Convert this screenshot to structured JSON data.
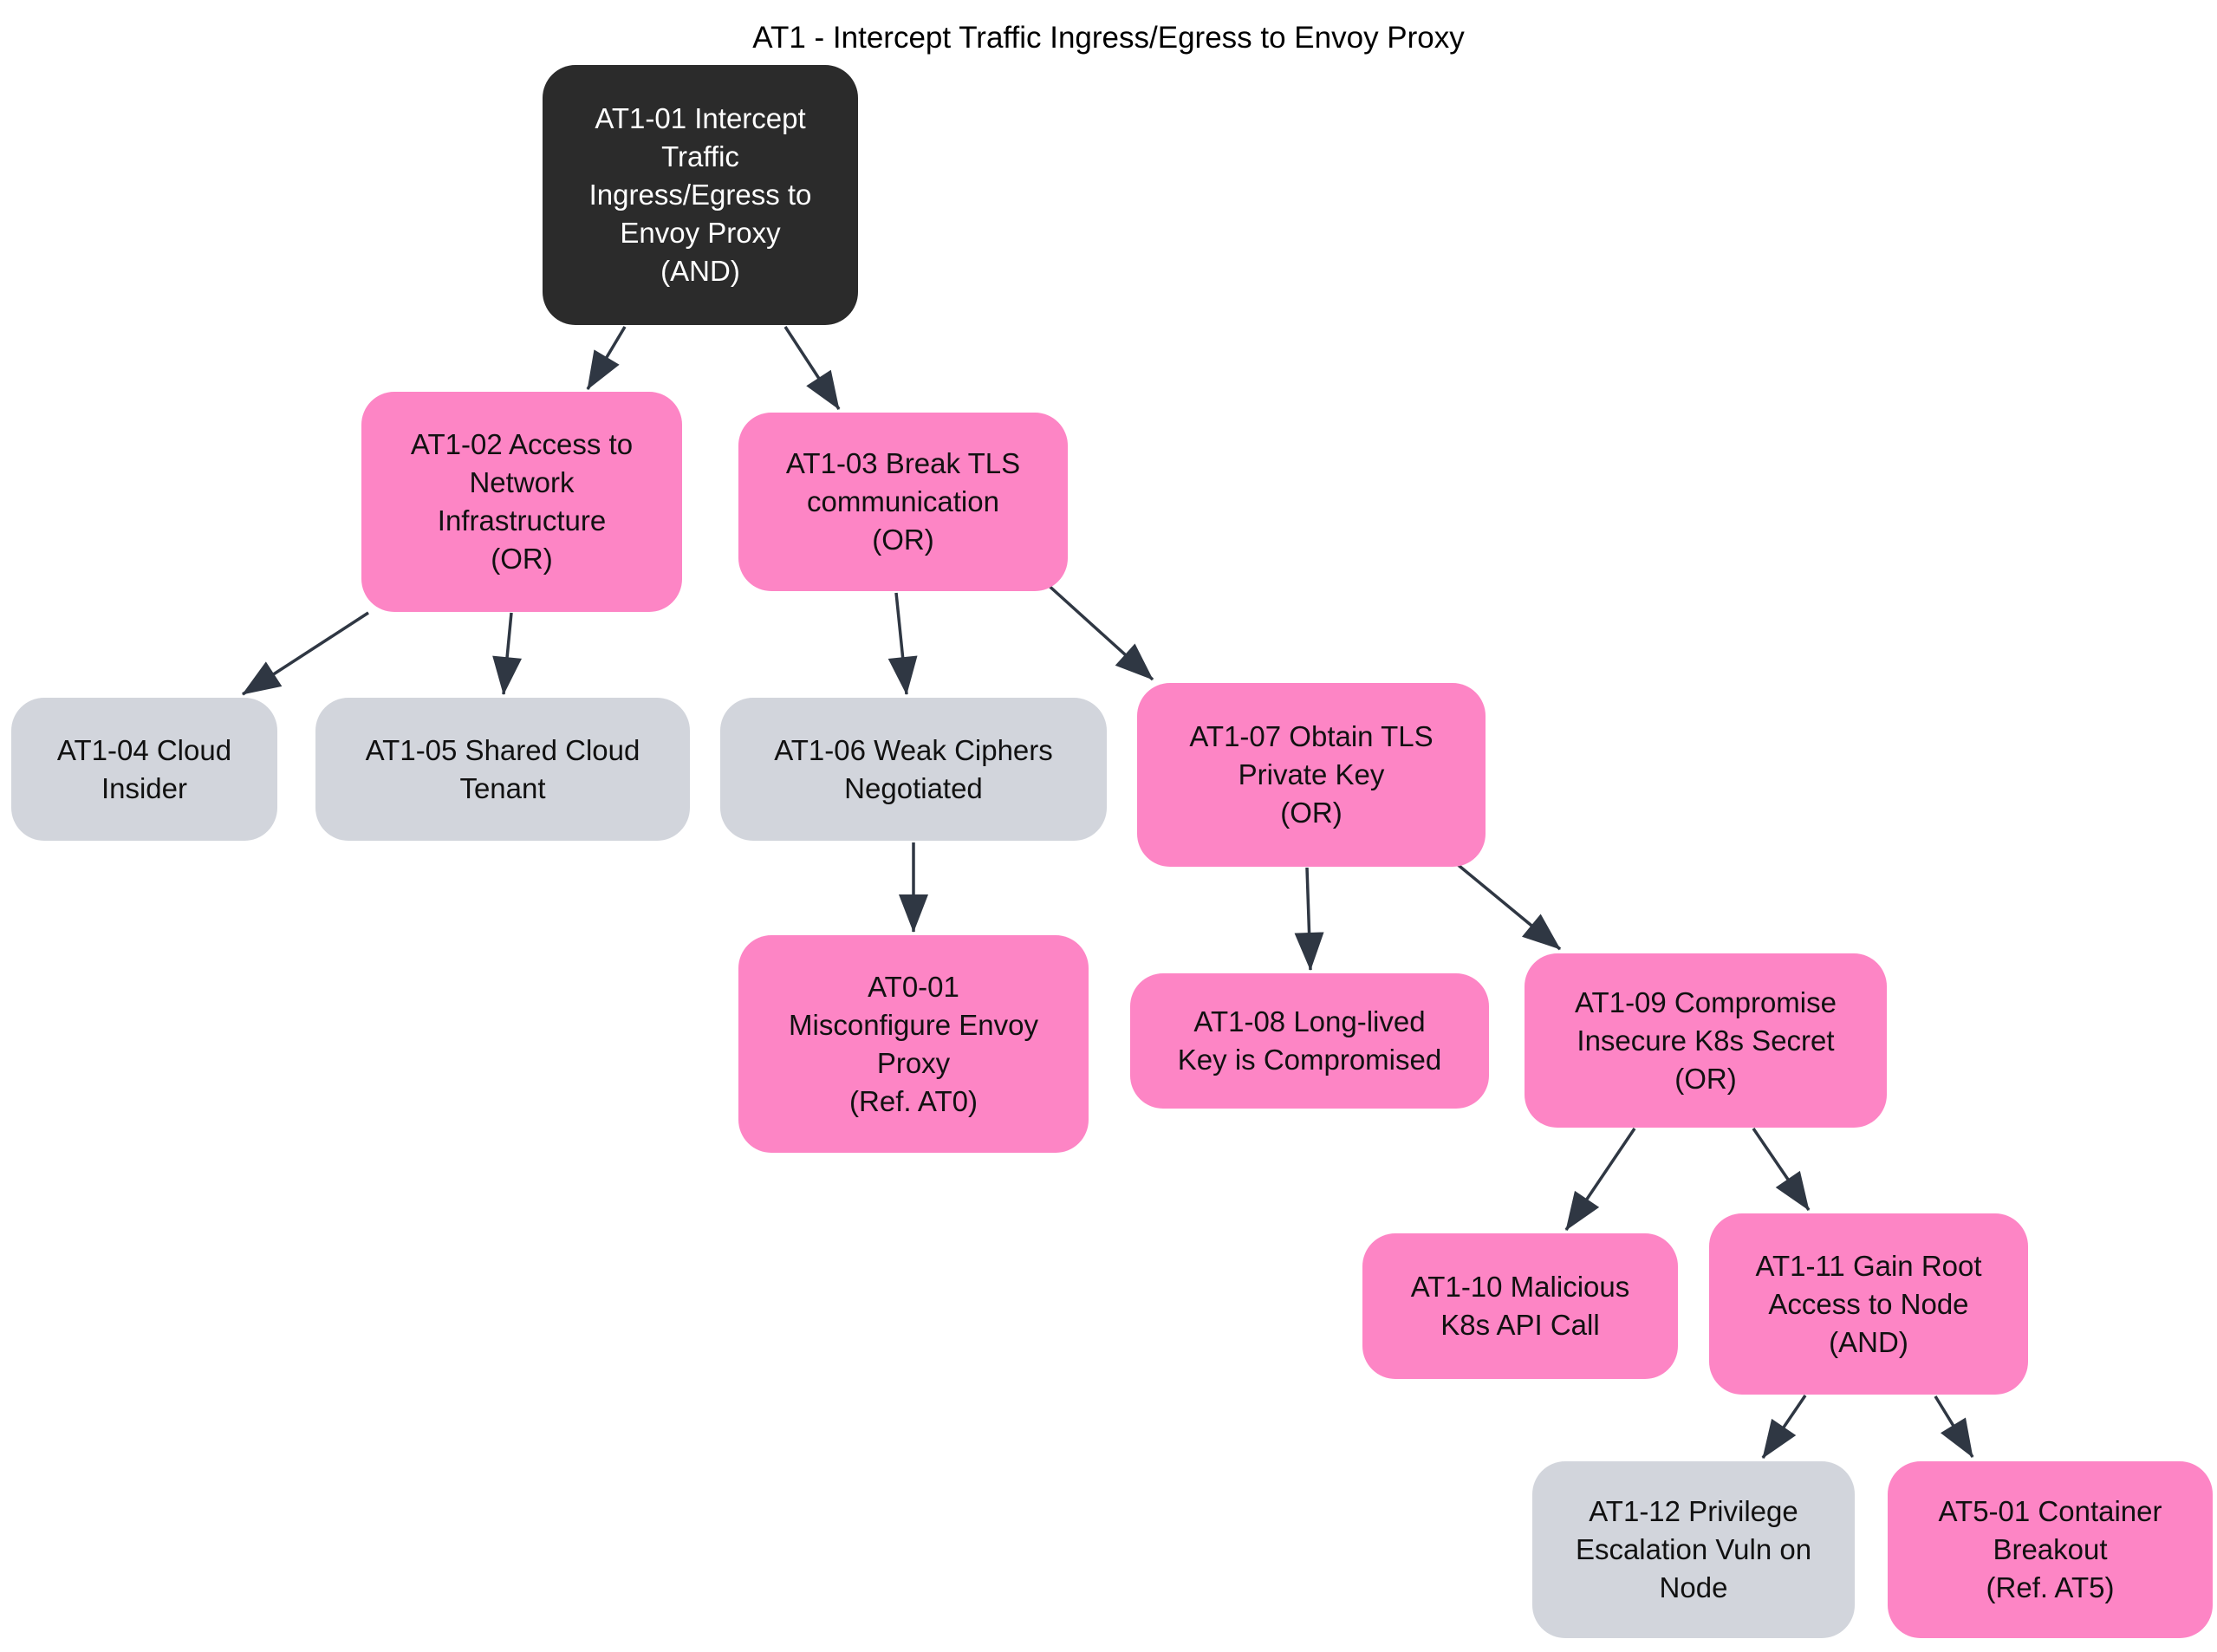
{
  "title": "AT1 - Intercept Traffic Ingress/Egress to Envoy Proxy",
  "colors": {
    "canvas": "#ffffff",
    "root_bg": "#2b2b2b",
    "root_text": "#ffffff",
    "attack_bg": "#fd85c5",
    "plain_bg": "#d2d5dc",
    "node_text": "#111111",
    "edge": "#2f3743"
  },
  "nodes": [
    {
      "id": "AT1-01",
      "type": "root",
      "gate": "AND",
      "label": "AT1-01 Intercept\nTraffic\nIngress/Egress to\nEnvoy Proxy\n(AND)"
    },
    {
      "id": "AT1-02",
      "type": "attack",
      "gate": "OR",
      "label": "AT1-02 Access to\nNetwork\nInfrastructure\n(OR)"
    },
    {
      "id": "AT1-03",
      "type": "attack",
      "gate": "OR",
      "label": "AT1-03 Break TLS\ncommunication\n(OR)"
    },
    {
      "id": "AT1-04",
      "type": "plain",
      "gate": "",
      "label": "AT1-04 Cloud\nInsider"
    },
    {
      "id": "AT1-05",
      "type": "plain",
      "gate": "",
      "label": "AT1-05 Shared Cloud\nTenant"
    },
    {
      "id": "AT1-06",
      "type": "plain",
      "gate": "",
      "label": "AT1-06 Weak Ciphers\nNegotiated"
    },
    {
      "id": "AT1-07",
      "type": "attack",
      "gate": "OR",
      "label": "AT1-07 Obtain TLS\nPrivate Key\n(OR)"
    },
    {
      "id": "AT0-01",
      "type": "attack",
      "gate": "",
      "label": "AT0-01\nMisconfigure Envoy\nProxy\n(Ref. AT0)"
    },
    {
      "id": "AT1-08",
      "type": "attack",
      "gate": "",
      "label": "AT1-08 Long-lived\nKey is Compromised"
    },
    {
      "id": "AT1-09",
      "type": "attack",
      "gate": "OR",
      "label": "AT1-09 Compromise\nInsecure K8s Secret\n(OR)"
    },
    {
      "id": "AT1-10",
      "type": "attack",
      "gate": "",
      "label": "AT1-10 Malicious\nK8s API Call"
    },
    {
      "id": "AT1-11",
      "type": "attack",
      "gate": "AND",
      "label": "AT1-11 Gain Root\nAccess to Node\n(AND)"
    },
    {
      "id": "AT1-12",
      "type": "plain",
      "gate": "",
      "label": "AT1-12 Privilege\nEscalation Vuln on\nNode"
    },
    {
      "id": "AT5-01",
      "type": "attack",
      "gate": "",
      "label": "AT5-01 Container\nBreakout\n(Ref. AT5)"
    }
  ],
  "edges": [
    {
      "from": "AT1-01",
      "to": "AT1-02"
    },
    {
      "from": "AT1-01",
      "to": "AT1-03"
    },
    {
      "from": "AT1-02",
      "to": "AT1-04"
    },
    {
      "from": "AT1-02",
      "to": "AT1-05"
    },
    {
      "from": "AT1-03",
      "to": "AT1-06"
    },
    {
      "from": "AT1-03",
      "to": "AT1-07"
    },
    {
      "from": "AT1-06",
      "to": "AT0-01"
    },
    {
      "from": "AT1-07",
      "to": "AT1-08"
    },
    {
      "from": "AT1-07",
      "to": "AT1-09"
    },
    {
      "from": "AT1-09",
      "to": "AT1-10"
    },
    {
      "from": "AT1-09",
      "to": "AT1-11"
    },
    {
      "from": "AT1-11",
      "to": "AT1-12"
    },
    {
      "from": "AT1-11",
      "to": "AT5-01"
    }
  ]
}
